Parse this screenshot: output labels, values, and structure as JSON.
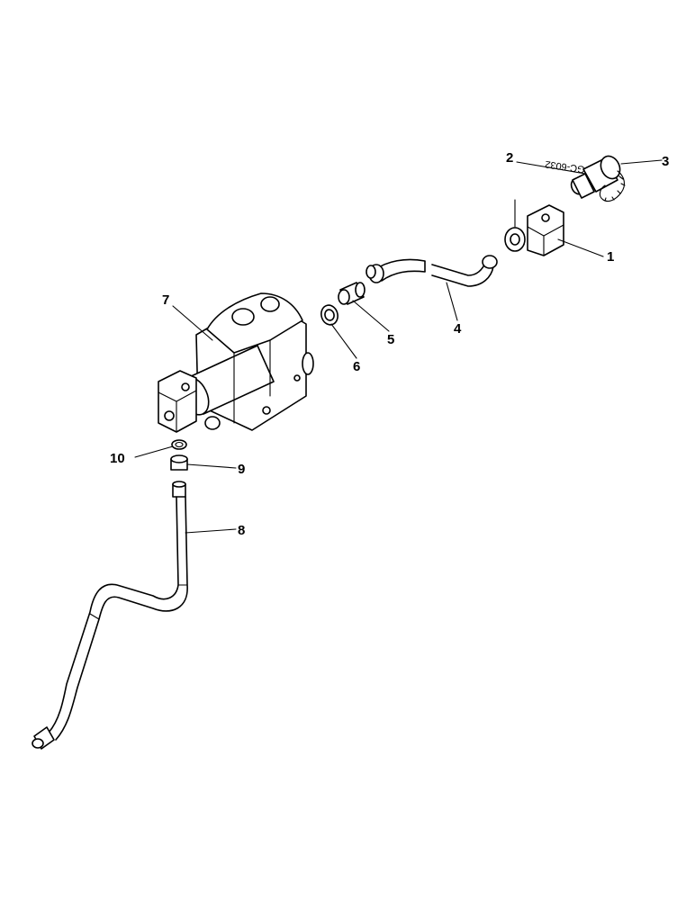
{
  "callouts": {
    "c1": "1",
    "c2": "2",
    "c3": "3",
    "c4": "4",
    "c5": "5",
    "c6": "6",
    "c7": "7",
    "c8": "8",
    "c9": "9",
    "c10": "10"
  },
  "drawing_code": "GC-6032"
}
